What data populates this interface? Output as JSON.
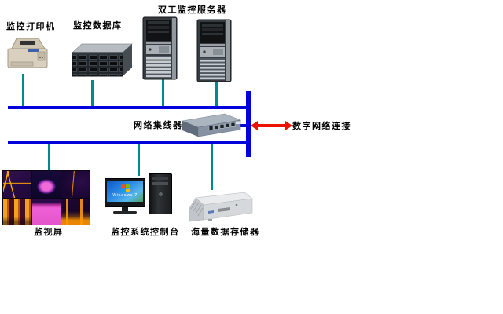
{
  "diagram": {
    "colors": {
      "bus": "#0000dd",
      "connector": "#008b8b",
      "arrow": "#ee1100",
      "text": "#000000",
      "background": "#ffffff"
    },
    "nodes": {
      "printer": {
        "label": "监控打印机"
      },
      "database": {
        "label": "监控数据库"
      },
      "servers": {
        "label": "双工监控服务器"
      },
      "hub": {
        "label": "网络集线器"
      },
      "link": {
        "label": "数字网络连接"
      },
      "wall": {
        "label": "监视屏"
      },
      "console": {
        "label": "监控系统控制台",
        "screen_text": "Windows 7"
      },
      "storage": {
        "label": "海量数据存储器"
      }
    }
  }
}
